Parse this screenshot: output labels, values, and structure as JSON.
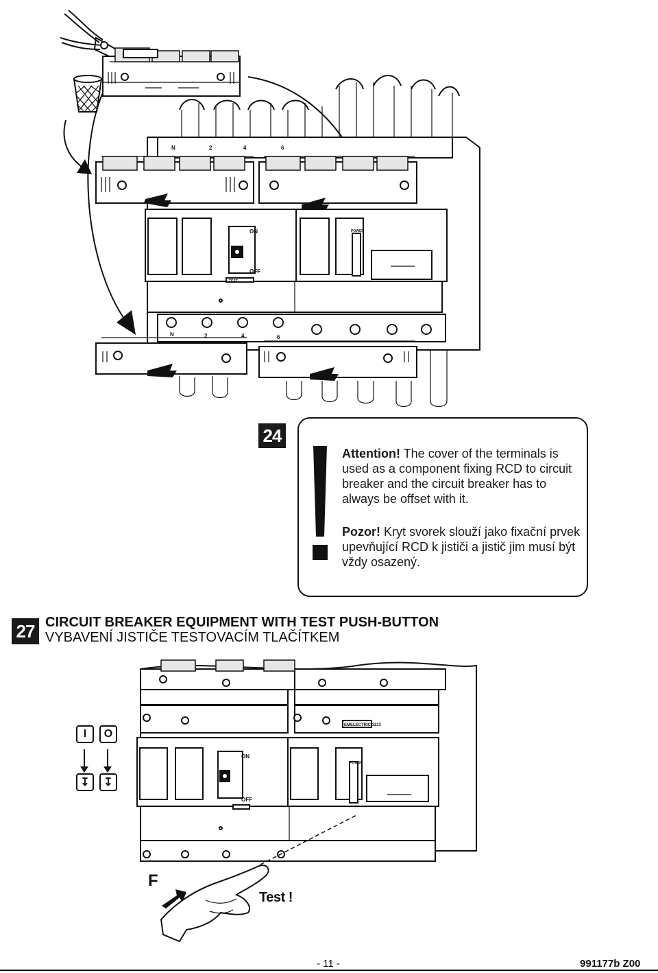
{
  "step24": {
    "number": "24",
    "attention": {
      "heading_en": "Attention!",
      "text_en": "The cover of the terminals is used as a component fixing RCD to circuit breaker and the circuit breaker has to always be offset with it.",
      "heading_cz": "Pozor!",
      "text_cz": "Kryt svorek slouží jako fixační prvek upevňující RCD k jističi a jistič jim musí být vždy osazený."
    }
  },
  "step27": {
    "number": "27",
    "title_en": "CIRCUIT BREAKER EQUIPMENT WITH TEST PUSH-BUTTON",
    "title_cz": "VYBAVENÍ JISTIČE TESTOVACÍM TLAČÍTKEM",
    "symbols": {
      "on": "I",
      "off": "O",
      "trip": "↧"
    },
    "label_f": "F",
    "label_test": "Test !"
  },
  "device_labels": {
    "on": "ON",
    "off": "OFF",
    "power": "POWER",
    "test": "TEST",
    "brand": "EMELECTRIC 1133",
    "terminals": [
      "N",
      "2",
      "4",
      "6"
    ]
  },
  "footer": {
    "page_number": "- 11 -",
    "doc_code": "991177b  Z00"
  },
  "icons": [
    "pliers-icon",
    "waste-cup-icon",
    "attention-icon",
    "finger-press-icon"
  ]
}
